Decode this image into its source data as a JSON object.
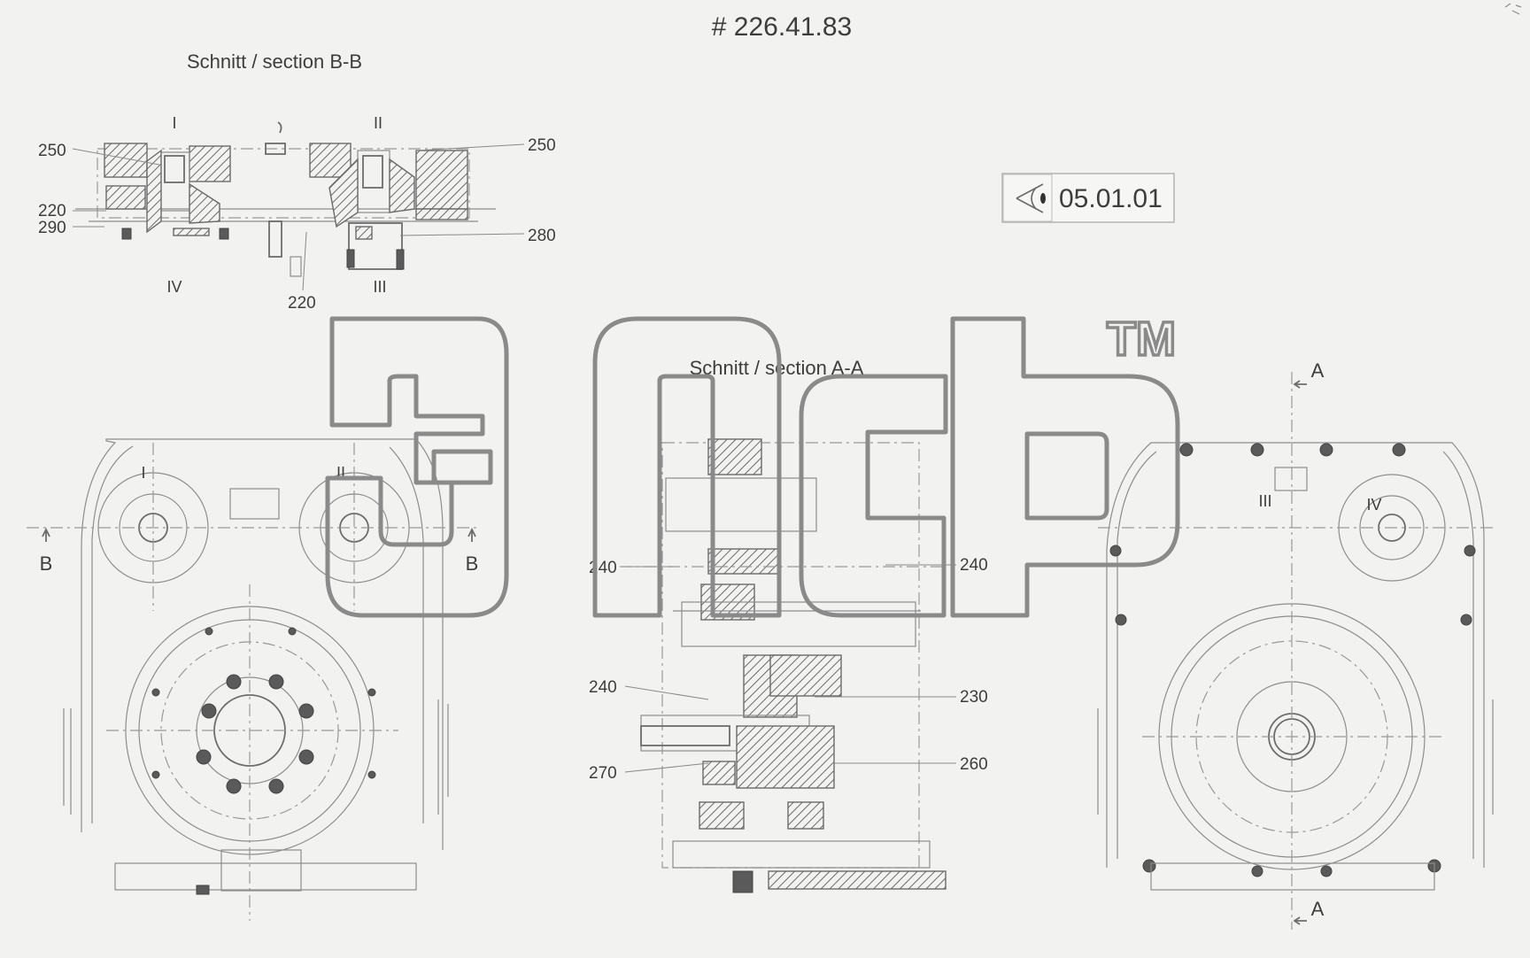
{
  "drawing_number": "# 226.41.83",
  "section_bb": {
    "title": "Schnitt / section B-B",
    "roman": [
      "I",
      "II",
      "III",
      "IV"
    ],
    "callouts": [
      "250",
      "250",
      "220",
      "290",
      "280",
      "220"
    ]
  },
  "section_aa": {
    "title": "Schnitt / section A-A",
    "callouts": [
      "240",
      "240",
      "240",
      "230",
      "270",
      "260"
    ]
  },
  "view_badge": {
    "icon": "eye-icon",
    "code": "05.01.01"
  },
  "left_view": {
    "roman": [
      "I",
      "II"
    ],
    "section_marks": [
      "B",
      "B"
    ]
  },
  "right_view": {
    "roman": [
      "III",
      "IV"
    ],
    "section_marks": [
      "A",
      "A"
    ]
  },
  "watermark": {
    "trademark": "TM"
  }
}
